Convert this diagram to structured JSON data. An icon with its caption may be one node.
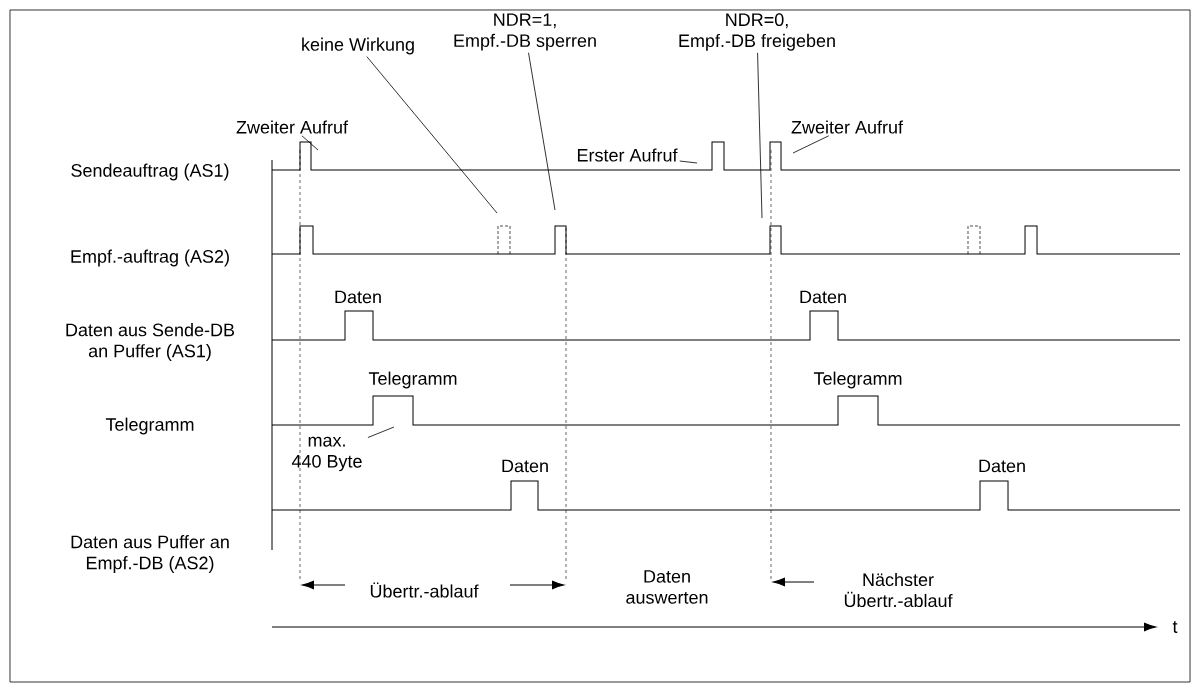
{
  "diagram": {
    "nodes": [
      {
        "text": [
          "NDR=1, Empf.-DB sperren"
        ]
      },
      {
        "text": [
          "NDR=0, Empf.-DB freigeben"
        ]
      },
      {
        "text": [
          "keine Wirkung"
        ]
      },
      {
        "text": [
          "Zweiter Aufruf"
        ]
      },
      {
        "text": [
          "Zweiter Aufruf"
        ]
      },
      {
        "text": [
          "Erster Aufruf"
        ]
      },
      {
        "text": [
          "max. 440 Byte"
        ]
      }
    ],
    "edges": [
      {
        "from": 0,
        "to": null,
        "arrow": "none"
      },
      {
        "from": 1,
        "to": null,
        "arrow": "none"
      },
      {
        "from": 2,
        "to": null,
        "arrow": "none"
      },
      {
        "from": 3,
        "to": null,
        "arrow": "none"
      },
      {
        "from": 4,
        "to": null,
        "arrow": "none"
      },
      {
        "from": 5,
        "to": null,
        "arrow": "none"
      },
      {
        "from": 6,
        "to": null,
        "arrow": "none"
      }
    ],
    "labels": [
      "Sendeauftrag (AS1)",
      "Empf.-auftrag (AS2)",
      "Daten",
      "Daten",
      "Daten aus Sende-DB an Puffer (AS1)",
      "Telegramm",
      "Telegramm",
      "Telegramm",
      "Daten",
      "Daten",
      "Daten aus Puffer an Empf.-DB (AS2)",
      "Übertr.-ablauf",
      "Daten auswerten",
      "Nächster Übertr.-ablauf",
      "t"
    ]
  }
}
